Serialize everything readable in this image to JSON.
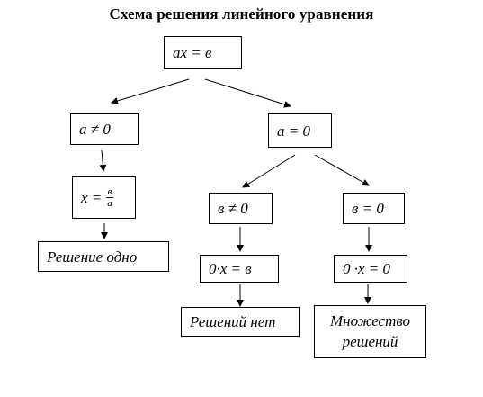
{
  "title": "Схема решения линейного уравнения",
  "nodes": {
    "root": "ах = в",
    "a_not_zero": "а ≠ 0",
    "a_zero": "а = 0",
    "x_formula": {
      "lhs": "х =",
      "numerator": "в",
      "denominator": "а"
    },
    "b_not_zero": "в ≠ 0",
    "b_zero": "в = 0",
    "zero_x_b": "0·х = в",
    "zero_x_zero": "0 ·х = 0",
    "one_solution": "Решение одно",
    "no_solutions": "Решений нет",
    "many_solutions_line1": "Множество",
    "many_solutions_line2": "решений"
  }
}
